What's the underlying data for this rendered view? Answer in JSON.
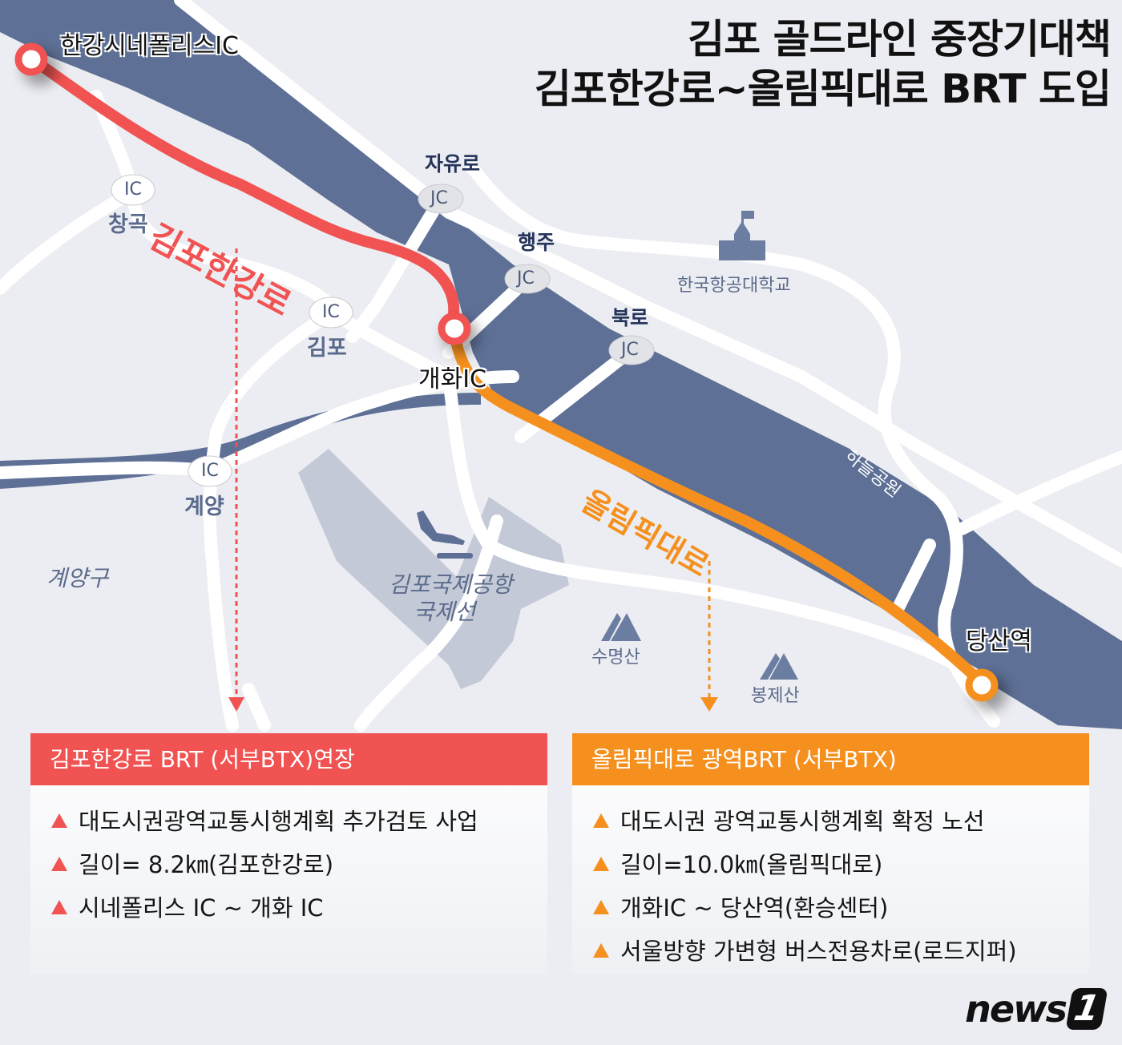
{
  "title": {
    "line1": "김포 골드라인 중장기대책",
    "line2": "김포한강로~올림픽대로 BRT 도입"
  },
  "colors": {
    "background": "#ecedf2",
    "river": "#5e7096",
    "road": "#ffffff",
    "airport": "#c3c9d6",
    "red_route": "#f05352",
    "orange_route": "#f5901e",
    "label_dark": "#25345a",
    "label_muted": "#5b6b8b"
  },
  "map": {
    "nodes": {
      "start_red": "한강시네폴리스IC",
      "transfer": "개화IC",
      "end_orange": "당산역"
    },
    "route_labels": {
      "red": "김포한강로",
      "orange": "올림픽대로"
    },
    "junctions": [
      {
        "badge": "JC",
        "name": "자유로"
      },
      {
        "badge": "JC",
        "name": "행주"
      },
      {
        "badge": "JC",
        "name": "북로"
      }
    ],
    "interchanges": [
      {
        "badge": "IC",
        "name": "창곡"
      },
      {
        "badge": "IC",
        "name": "김포"
      },
      {
        "badge": "IC",
        "name": "계양"
      }
    ],
    "pois": {
      "university": "한국항공대학교",
      "airport_line1": "김포국제공항",
      "airport_line2": "국제선",
      "mountain1": "수명산",
      "mountain2": "봉제산",
      "park": "하늘공원",
      "district": "계양구"
    }
  },
  "panels": {
    "left": {
      "header": "김포한강로 BRT (서부BTX)연장",
      "items": [
        "대도시권광역교통시행계획 추가검토 사업",
        "길이= 8.2㎞(김포한강로)",
        "시네폴리스 IC ~ 개화 IC"
      ]
    },
    "right": {
      "header": "올림픽대로 광역BRT (서부BTX)",
      "items": [
        "대도시권 광역교통시행계획 확정 노선",
        "길이=10.0㎞(올림픽대로)",
        "개화IC ~ 당산역(환승센터)",
        "서울방향 가변형 버스전용차로(로드지퍼)"
      ]
    }
  },
  "logo": {
    "text": "news",
    "badge": "1"
  }
}
